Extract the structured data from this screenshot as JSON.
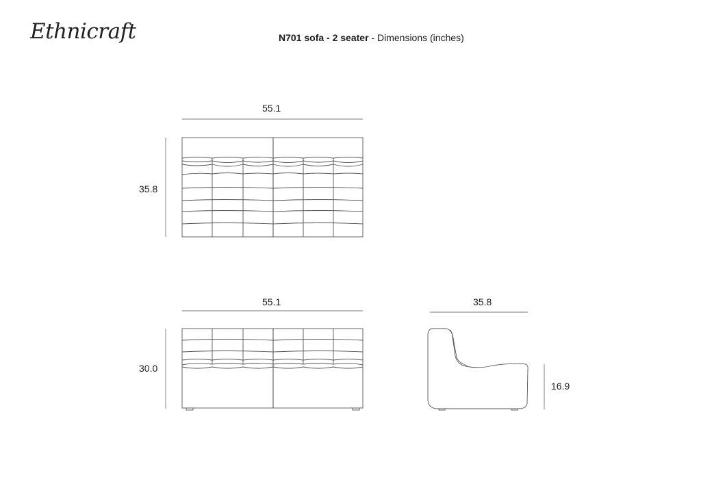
{
  "brand": {
    "logo": "Ethnicraft"
  },
  "header": {
    "product": "N701 sofa - 2 seater",
    "separator": " - ",
    "subtitle": "Dimensions (inches)"
  },
  "views": {
    "top": {
      "width": "55.1",
      "depth": "35.8"
    },
    "front": {
      "width": "55.1",
      "height": "30.0"
    },
    "side": {
      "depth": "35.8",
      "seat_height": "16.9"
    }
  }
}
